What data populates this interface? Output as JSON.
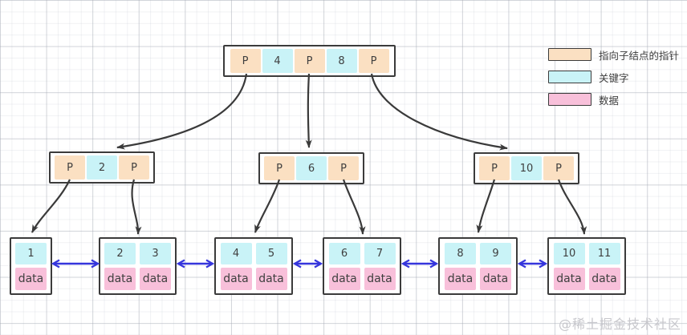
{
  "legend": {
    "items": [
      {
        "label": "指向子结点的指针",
        "color": "#fbe0c2",
        "represents": "pointer-cell"
      },
      {
        "label": "关键字",
        "color": "#c9f3f7",
        "represents": "key-cell"
      },
      {
        "label": "数据",
        "color": "#f8c0da",
        "represents": "data-cell"
      }
    ]
  },
  "colors": {
    "pointer": "#fbe0c2",
    "key": "#c9f3f7",
    "data": "#f8c0da",
    "node_border": "#3b3b3b",
    "tree_edge": "#3a3a3a",
    "leaf_link": "#3535dc"
  },
  "tree": {
    "root": {
      "cells": [
        "P",
        "4",
        "P",
        "8",
        "P"
      ]
    },
    "internal": [
      {
        "cells": [
          "P",
          "2",
          "P"
        ]
      },
      {
        "cells": [
          "P",
          "6",
          "P"
        ]
      },
      {
        "cells": [
          "P",
          "10",
          "P"
        ]
      }
    ],
    "leaves": [
      {
        "keys": [
          "1"
        ],
        "data": [
          "data"
        ]
      },
      {
        "keys": [
          "2",
          "3"
        ],
        "data": [
          "data",
          "data"
        ]
      },
      {
        "keys": [
          "4",
          "5"
        ],
        "data": [
          "data",
          "data"
        ]
      },
      {
        "keys": [
          "6",
          "7"
        ],
        "data": [
          "data",
          "data"
        ]
      },
      {
        "keys": [
          "8",
          "9"
        ],
        "data": [
          "data",
          "data"
        ]
      },
      {
        "keys": [
          "10",
          "11"
        ],
        "data": [
          "data",
          "data"
        ]
      }
    ]
  },
  "watermark": "@稀土掘金技术社区"
}
